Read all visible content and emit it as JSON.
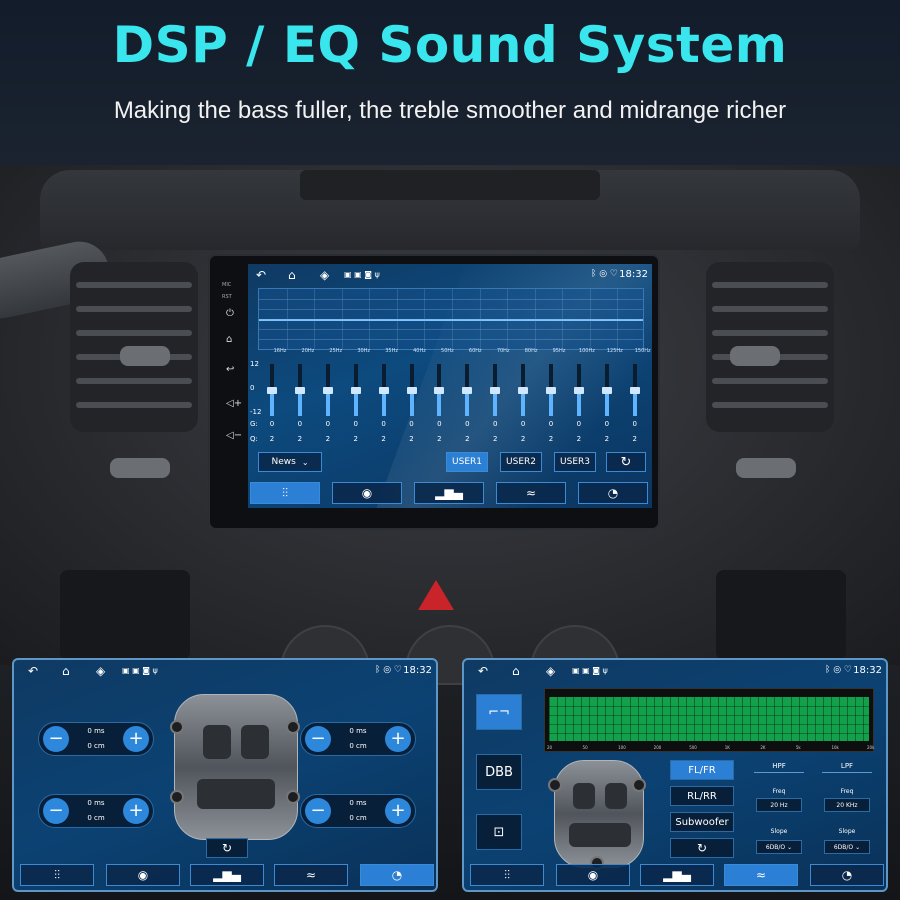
{
  "headline": "DSP / EQ Sound System",
  "subhead": "Making the bass fuller, the treble smoother and midrange richer",
  "status": {
    "time": "18:32",
    "nav_icons": [
      "back-icon",
      "home-icon",
      "layers-icon"
    ],
    "status_icons": [
      "bluetooth-icon",
      "location-icon",
      "wifi-icon"
    ]
  },
  "side_labels": {
    "mic": "MIC",
    "rst": "RST"
  },
  "eq": {
    "frequencies": [
      "16Hz",
      "20Hz",
      "25Hz",
      "30Hz",
      "35Hz",
      "40Hz",
      "50Hz",
      "60Hz",
      "70Hz",
      "80Hz",
      "95Hz",
      "100Hz",
      "125Hz",
      "150Hz"
    ],
    "levels": [
      0,
      0,
      0,
      0,
      0,
      0,
      0,
      0,
      0,
      0,
      0,
      0,
      0,
      0
    ],
    "range": [
      -12,
      12
    ],
    "y_labels": [
      "12",
      "0",
      "-12"
    ],
    "g_label": "G:",
    "q_label": "Q:",
    "g_values": [
      "0",
      "0",
      "0",
      "0",
      "0",
      "0",
      "0",
      "0",
      "0",
      "0",
      "0",
      "0",
      "0",
      "0"
    ],
    "q_values": [
      "2",
      "2",
      "2",
      "2",
      "2",
      "2",
      "2",
      "2",
      "2",
      "2",
      "2",
      "2",
      "2",
      "2"
    ],
    "preset": "News",
    "user_buttons": [
      "USER1",
      "USER2",
      "USER3"
    ],
    "active_user": "USER1"
  },
  "tabs": [
    "eq-sliders-icon",
    "balance-icon",
    "spectrum-icon",
    "wave-icon",
    "sound-field-icon"
  ],
  "delay_panel": {
    "boxes": [
      {
        "ms": "0 ms",
        "cm": "0 cm"
      },
      {
        "ms": "0 ms",
        "cm": "0 cm"
      },
      {
        "ms": "0 ms",
        "cm": "0 cm"
      },
      {
        "ms": "0 ms",
        "cm": "0 cm"
      }
    ],
    "minus": "−",
    "plus": "+"
  },
  "crossover_panel": {
    "dbb": "DBB",
    "spectrum_labels": [
      "20",
      "50",
      "100",
      "200",
      "500",
      "1K",
      "2K",
      "5k",
      "10k",
      "20k"
    ],
    "channels": [
      "FL/FR",
      "RL/RR",
      "Subwoofer"
    ],
    "active_channel": "FL/FR",
    "hpf": {
      "title": "HPF",
      "freq_label": "Freq",
      "freq": "20 Hz",
      "slope_label": "Slope",
      "slope": "6DB/O"
    },
    "lpf": {
      "title": "LPF",
      "freq_label": "Freq",
      "freq": "20 KHz",
      "slope_label": "Slope",
      "slope": "6DB/O"
    }
  },
  "colors": {
    "accent": "#39e6ee",
    "active": "#2b7fd4",
    "hazard": "#c8242a"
  }
}
